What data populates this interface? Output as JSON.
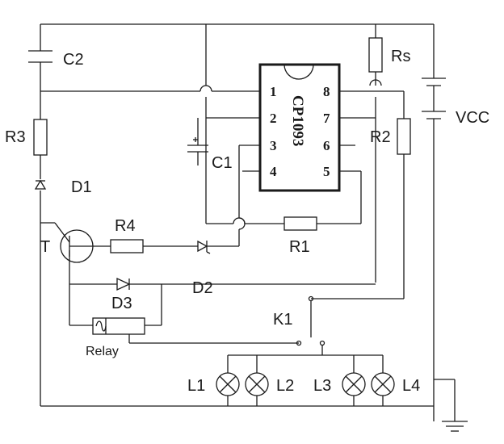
{
  "labels": {
    "c2": "C2",
    "r3": "R3",
    "d1": "D1",
    "t": "T",
    "r4": "R4",
    "d3": "D3",
    "d2": "D2",
    "relay": "Relay",
    "c1": "C1",
    "r1": "R1",
    "rs": "Rs",
    "vcc": "VCC",
    "r2": "R2",
    "k1": "K1",
    "l1": "L1",
    "l2": "L2",
    "l3": "L3",
    "l4": "L4"
  },
  "chip": {
    "name": "CP1093",
    "pins_left": [
      "1",
      "2",
      "3",
      "4"
    ],
    "pins_right": [
      "8",
      "7",
      "6",
      "5"
    ]
  }
}
